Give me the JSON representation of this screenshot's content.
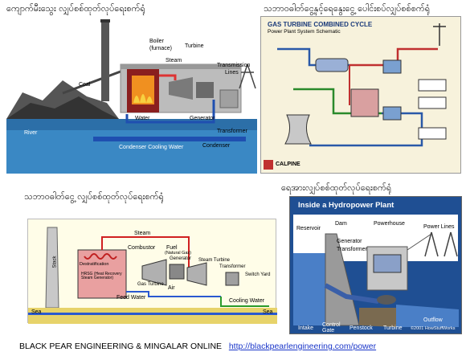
{
  "coal_plant": {
    "caption": "ကျောက်မီးသွေး လျှပ်စစ်ထုတ်လုပ်ရေးစက်ရုံ",
    "labels": {
      "boiler": "Boiler",
      "furnace": "(furnace)",
      "turbine": "Turbine",
      "steam": "Steam",
      "transmission": "Transmission",
      "lines": "Lines",
      "coal": "Coal",
      "river": "River",
      "water": "Water",
      "generator": "Generator",
      "transformer": "Transformer",
      "condenser": "Condenser",
      "condenser_cooling_water": "Condenser Cooling Water"
    }
  },
  "combined_cycle": {
    "caption": "သဘာဝဓါတ်ငွေ့နှင့်ရေနွေးငွေ့ ပေါင်းစပ်လျှပ်စစ်စက်ရုံ",
    "title": "GAS TURBINE COMBINED CYCLE",
    "subtitle": "Power Plant System Schematic",
    "logo": "CALPINE"
  },
  "gas_plant": {
    "caption": "သဘာဝဓါတ်ငွေ့ လျှပ်စစ်ထုတ်လုပ်ရေးစက်ရုံ",
    "labels": {
      "steam": "Steam",
      "combustor": "Combustor",
      "fuel": "Fuel",
      "fuel_sub": "(Natural Gas)",
      "gas_turbine": "Gas Turbine",
      "generator": "Generator",
      "air": "Air",
      "steam_turbine": "Steam Turbine",
      "transformer": "Transformer",
      "switch_yard": "Switch Yard",
      "feed_water": "Feed Water",
      "cooling_water": "Cooling Water",
      "stack": "Stack",
      "sea_left": "Sea",
      "sea_right": "Sea",
      "hrsg": "HRSG (Heat Recovery Steam Generator)",
      "destratification": "Destratification"
    }
  },
  "hydro_plant": {
    "caption": "ရေအားလျှပ်စစ်ထုတ်လုပ်ရေးစက်ရုံ",
    "title": "Inside a Hydropower Plant",
    "labels": {
      "reservoir": "Reservoir",
      "dam": "Dam",
      "powerhouse": "Powerhouse",
      "power_lines": "Power Lines",
      "generator": "Generator",
      "transformer": "Transformer",
      "intake": "Intake",
      "control_gate": "Control Gate",
      "penstock": "Penstock",
      "turbine": "Turbine",
      "outflow": "Outflow",
      "copyright": "©2001 HowStuffWorks"
    }
  },
  "footer": {
    "text": "BLACK PEAR ENGINEERING & MINGALAR ONLINE",
    "link": "http://blackpearlengineering.com/power"
  }
}
